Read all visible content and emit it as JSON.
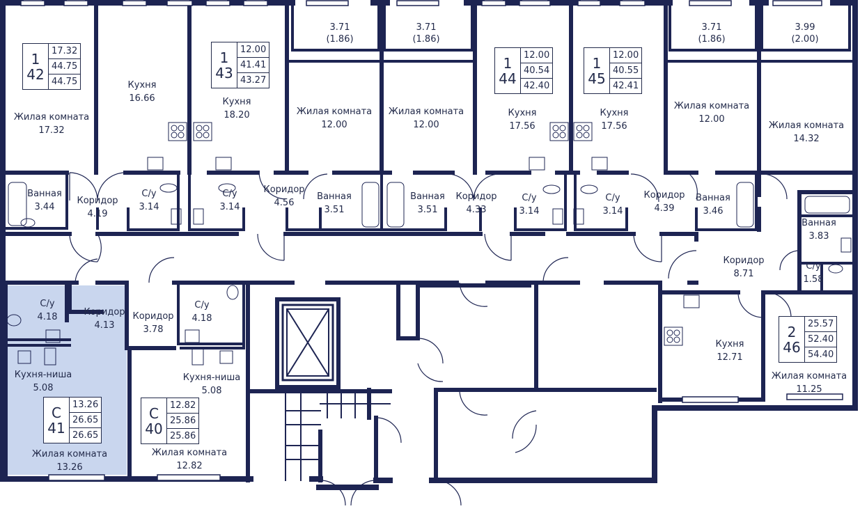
{
  "colors": {
    "wall": "#1d2452",
    "line": "#222a4a",
    "highlight": "#c9d6ee"
  },
  "apartments": [
    {
      "id": "42",
      "type": "1",
      "areas": [
        "17.32",
        "44.75",
        "44.75"
      ]
    },
    {
      "id": "43",
      "type": "1",
      "areas": [
        "12.00",
        "41.41",
        "43.27"
      ]
    },
    {
      "id": "44",
      "type": "1",
      "areas": [
        "12.00",
        "40.54",
        "42.40"
      ]
    },
    {
      "id": "45",
      "type": "1",
      "areas": [
        "12.00",
        "40.55",
        "42.41"
      ]
    },
    {
      "id": "46",
      "type": "2",
      "areas": [
        "25.57",
        "52.40",
        "54.40"
      ]
    },
    {
      "id": "41",
      "type": "С",
      "areas": [
        "13.26",
        "26.65",
        "26.65"
      ]
    },
    {
      "id": "40",
      "type": "С",
      "areas": [
        "12.82",
        "25.86",
        "25.86"
      ]
    }
  ],
  "rooms": [
    {
      "name": "Жилая комната",
      "area": "17.32"
    },
    {
      "name": "Кухня",
      "area": "16.66"
    },
    {
      "name": "Кухня",
      "area": "18.20"
    },
    {
      "name": "",
      "area": "3.71\n(1.86)"
    },
    {
      "name": "",
      "area": "3.71\n(1.86)"
    },
    {
      "name": "Жилая комната",
      "area": "12.00"
    },
    {
      "name": "Жилая комната",
      "area": "12.00"
    },
    {
      "name": "Кухня",
      "area": "17.56"
    },
    {
      "name": "Кухня",
      "area": "17.56"
    },
    {
      "name": "",
      "area": "3.71\n(1.86)"
    },
    {
      "name": "",
      "area": "3.99\n(2.00)"
    },
    {
      "name": "Жилая комната",
      "area": "12.00"
    },
    {
      "name": "Жилая комната",
      "area": "14.32"
    },
    {
      "name": "Ванная",
      "area": "3.44"
    },
    {
      "name": "Коридор",
      "area": "4.19"
    },
    {
      "name": "С/у",
      "area": "3.14"
    },
    {
      "name": "С/у",
      "area": "3.14"
    },
    {
      "name": "Коридор",
      "area": "4.56"
    },
    {
      "name": "Ванная",
      "area": "3.51"
    },
    {
      "name": "Ванная",
      "area": "3.51"
    },
    {
      "name": "Коридор",
      "area": "4.33"
    },
    {
      "name": "С/у",
      "area": "3.14"
    },
    {
      "name": "С/у",
      "area": "3.14"
    },
    {
      "name": "Коридор",
      "area": "4.39"
    },
    {
      "name": "Ванная",
      "area": "3.46"
    },
    {
      "name": "Ванная",
      "area": "3.83"
    },
    {
      "name": "Коридор",
      "area": "8.71"
    },
    {
      "name": "С/у",
      "area": "1.58"
    },
    {
      "name": "Кухня",
      "area": "12.71"
    },
    {
      "name": "Жилая комната",
      "area": "11.25"
    },
    {
      "name": "С/у",
      "area": "4.18"
    },
    {
      "name": "Коридор",
      "area": "4.13"
    },
    {
      "name": "Кухня-ниша",
      "area": "5.08"
    },
    {
      "name": "Жилая комната",
      "area": "13.26"
    },
    {
      "name": "Коридор",
      "area": "3.78"
    },
    {
      "name": "С/у",
      "area": "4.18"
    },
    {
      "name": "Кухня-ниша",
      "area": "5.08"
    },
    {
      "name": "Жилая комната",
      "area": "12.82"
    }
  ]
}
